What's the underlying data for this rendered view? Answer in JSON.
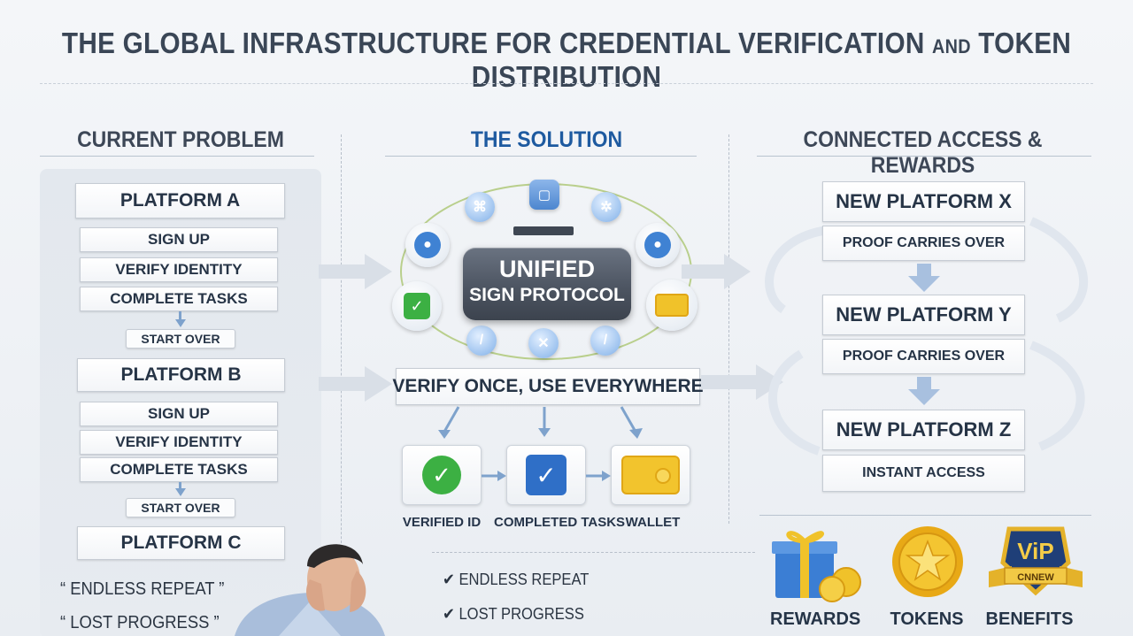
{
  "title": {
    "part1": "THE GLOBAL INFRASTRUCTURE FOR CREDENTIAL VERIFICATION",
    "and_word": "AND",
    "part2": "TOKEN DISTRIBUTION"
  },
  "left": {
    "heading": "CURRENT PROBLEM",
    "platform_a": "PLATFORM A",
    "platform_b": "PLATFORM B",
    "platform_c": "PLATFORM C",
    "steps": [
      "SIGN UP",
      "VERIFY IDENTITY",
      "COMPLETE TASKS"
    ],
    "start_over": "START OVER",
    "quotes": [
      "“ ENDLESS REPEAT ”",
      "“ LOST PROGRESS ”"
    ]
  },
  "middle": {
    "heading": "THE SOLUTION",
    "hub_line1": "UNIFIED",
    "hub_line2": "SIGN PROTOCOL",
    "verify_once": "VERIFY ONCE, USE EVERYWHERE",
    "outputs": [
      "VERIFIED ID",
      "COMPLETED TASKS",
      "WALLET"
    ],
    "checklist": [
      "✔ ENDLESS REPEAT",
      "✔ LOST PROGRESS"
    ]
  },
  "right": {
    "heading": "CONNECTED ACCESS & REWARDS",
    "platform_x": "NEW PLATFORM X",
    "platform_y": "NEW PLATFORM Y",
    "platform_z": "NEW PLATFORM Z",
    "proof_carries": "PROOF CARRIES OVER",
    "instant_access": "INSTANT ACCESS",
    "rewards": [
      "REWARDS",
      "TOKENS",
      "BENEFITS"
    ],
    "vip_text": "ViP",
    "vip_ribbon": "CNNEW"
  },
  "colors": {
    "accent_blue": "#1e5aa0",
    "arrow_blue": "#7ea2cc",
    "check_green": "#3cb043",
    "gold": "#e8b21c"
  }
}
